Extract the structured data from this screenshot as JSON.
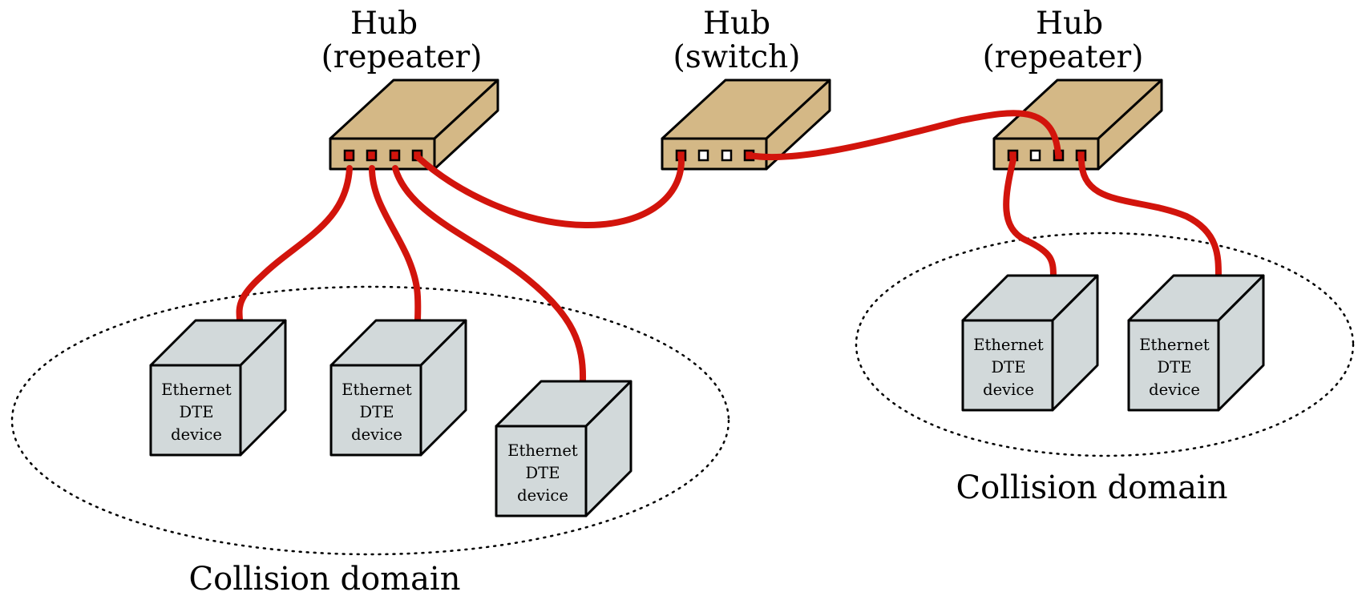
{
  "colors": {
    "hub_fill": "#d4b886",
    "device_fill": "#d2d9da",
    "cable": "#d2140c",
    "port_used": "#d2140c",
    "port_empty": "#ffffff"
  },
  "hubs": [
    {
      "id": "hub-left",
      "line1": "Hub",
      "line2": "(repeater)",
      "ports": [
        "used",
        "used",
        "used",
        "used"
      ]
    },
    {
      "id": "hub-middle",
      "line1": "Hub",
      "line2": "(switch)",
      "ports": [
        "used",
        "empty",
        "empty",
        "used"
      ]
    },
    {
      "id": "hub-right",
      "line1": "Hub",
      "line2": "(repeater)",
      "ports": [
        "used",
        "empty",
        "used",
        "used"
      ]
    }
  ],
  "devices": [
    {
      "id": "device-1",
      "lines": [
        "Ethernet",
        "DTE",
        "device"
      ]
    },
    {
      "id": "device-2",
      "lines": [
        "Ethernet",
        "DTE",
        "device"
      ]
    },
    {
      "id": "device-3",
      "lines": [
        "Ethernet",
        "DTE",
        "device"
      ]
    },
    {
      "id": "device-4",
      "lines": [
        "Ethernet",
        "DTE",
        "device"
      ]
    },
    {
      "id": "device-5",
      "lines": [
        "Ethernet",
        "DTE",
        "device"
      ]
    }
  ],
  "domains": [
    {
      "id": "collision-domain-left",
      "label": "Collision domain"
    },
    {
      "id": "collision-domain-right",
      "label": "Collision domain"
    }
  ]
}
